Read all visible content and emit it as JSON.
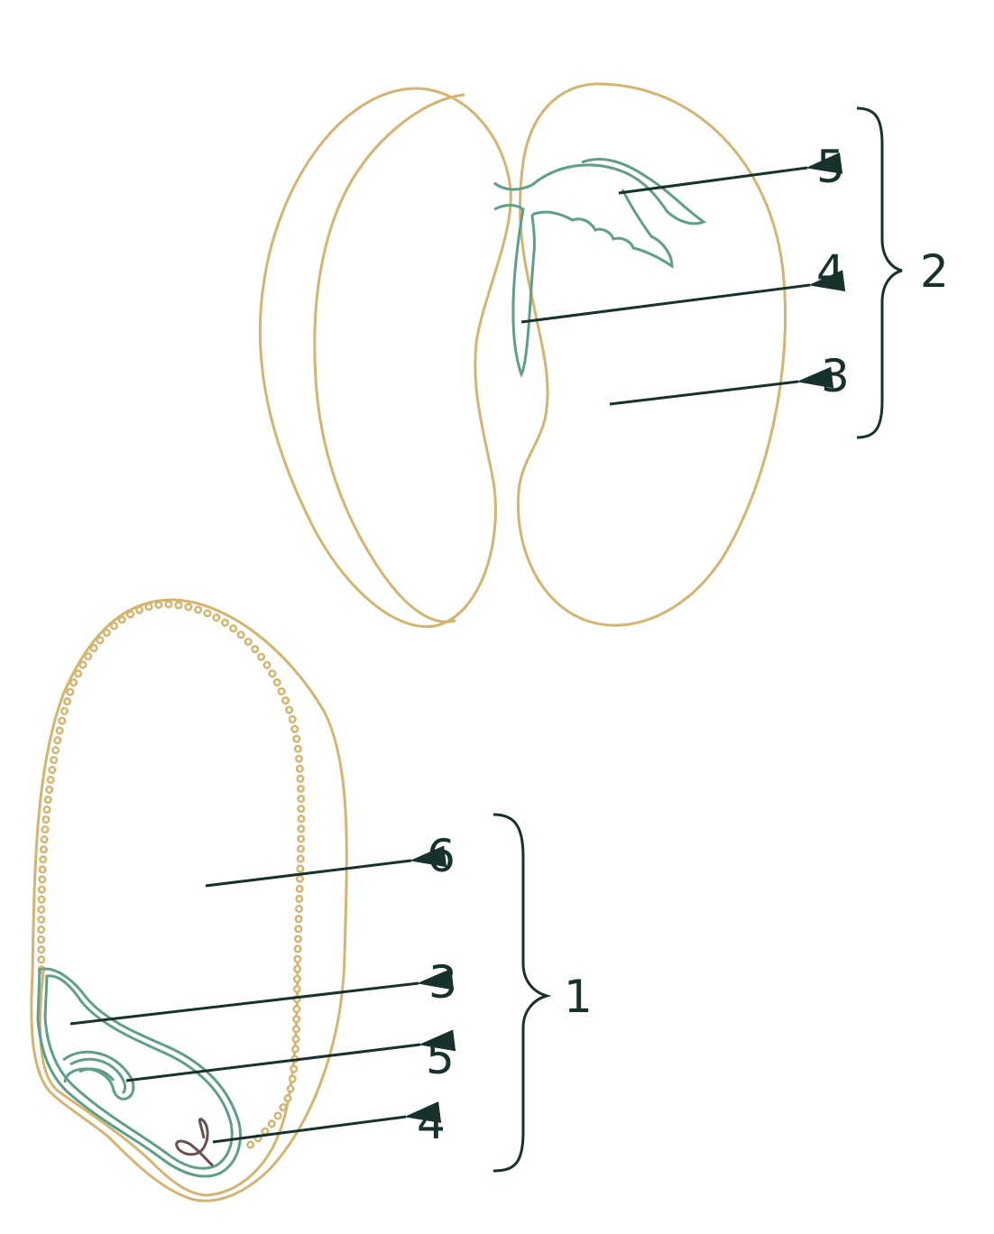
{
  "colors": {
    "seed_outline": "#D4B46F",
    "embryo": "#5E9E8B",
    "dark": "#17312D",
    "radicle": "#6B4F4F"
  },
  "top_seed": {
    "labels": {
      "plumule": "5",
      "radicle": "4",
      "cotyledon": "3"
    },
    "brace_label": "2"
  },
  "bottom_seed": {
    "labels": {
      "endosperm": "6",
      "cotyledon": "3",
      "plumule": "5",
      "radicle": "4"
    },
    "brace_label": "1"
  }
}
